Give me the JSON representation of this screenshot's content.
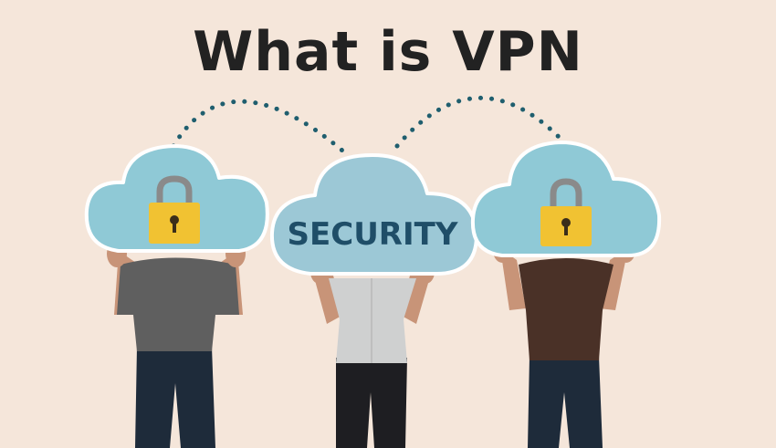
{
  "title": "What is VPN",
  "center_cloud": {
    "label": "SECURITY"
  },
  "icons": {
    "left": "lock-icon",
    "right": "lock-icon",
    "connectors": "dotted-arc"
  },
  "colors": {
    "background": "#f5e6da",
    "title": "#222222",
    "cloud_fill": "#8fc9d6",
    "cloud_center_fill": "#9cc8d6",
    "cloud_outline": "#ffffff",
    "lock_body": "#f1c232",
    "lock_shackle": "#8a8a8a",
    "security_text": "#1f4e68",
    "dots": "#1f5e6e",
    "shirt_left": "#5f5f5f",
    "shirt_center": "#cfd0d0",
    "shirt_right": "#4a3127",
    "pants_dark": "#1e2b3a",
    "pants_center": "#1e1e22",
    "skin": "#c89478"
  }
}
